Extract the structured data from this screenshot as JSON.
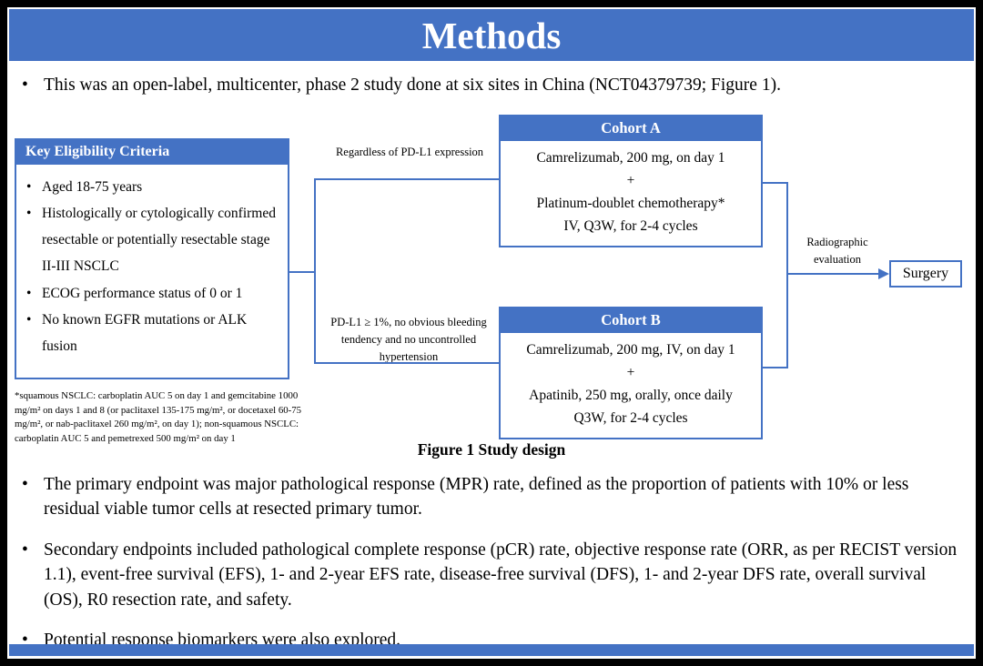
{
  "slide": {
    "title": "Methods",
    "bullet_glyph": "•",
    "intro_bullet": "This was an open-label, multicenter, phase 2 study done at six sites in China (NCT04379739; Figure 1).",
    "bullets": [
      "The primary endpoint was major pathological response (MPR) rate, defined as the proportion of patients with 10% or less residual viable tumor cells at resected primary tumor.",
      "Secondary endpoints included pathological complete response (pCR) rate, objective response rate (ORR, as per RECIST version 1.1), event-free survival (EFS), 1- and 2-year EFS rate, disease-free survival (DFS), 1- and 2-year DFS rate, overall survival (OS), R0 resection rate, and safety.",
      "Potential response biomarkers were also explored."
    ]
  },
  "figure": {
    "caption": "Figure 1 Study design",
    "eligibility": {
      "header": "Key Eligibility Criteria",
      "items": [
        "Aged 18-75 years",
        "Histologically or cytologically confirmed resectable or potentially resectable stage II-III NSCLC",
        "ECOG performance status of 0 or 1",
        "No known EGFR mutations or ALK fusion"
      ]
    },
    "footnote": "*squamous NSCLC: carboplatin AUC 5 on day 1 and gemcitabine 1000 mg/m² on days 1 and 8 (or paclitaxel 135-175 mg/m², or docetaxel 60-75 mg/m², or nab-paclitaxel 260 mg/m², on day 1); non-squamous NSCLC: carboplatin AUC 5 and pemetrexed 500 mg/m² on day 1",
    "branch_top_label": "Regardless of PD-L1 expression",
    "branch_bottom_label": "PD-L1 ≥ 1%, no obvious bleeding tendency and no uncontrolled hypertension",
    "cohort_a": {
      "header": "Cohort A",
      "lines": [
        "Camrelizumab, 200 mg, on day 1",
        "+",
        "Platinum-doublet chemotherapy*",
        "IV, Q3W, for 2-4 cycles"
      ]
    },
    "cohort_b": {
      "header": "Cohort B",
      "lines": [
        "Camrelizumab, 200 mg, IV, on day 1",
        "+",
        "Apatinib, 250 mg, orally, once daily",
        "Q3W, for 2-4 cycles"
      ]
    },
    "evaluation_label": "Radiographic evaluation",
    "surgery_label": "Surgery"
  },
  "colors": {
    "accent_blue": "#4472C4",
    "text": "#000000",
    "background": "#FFFFFF",
    "frame": "#000000"
  }
}
